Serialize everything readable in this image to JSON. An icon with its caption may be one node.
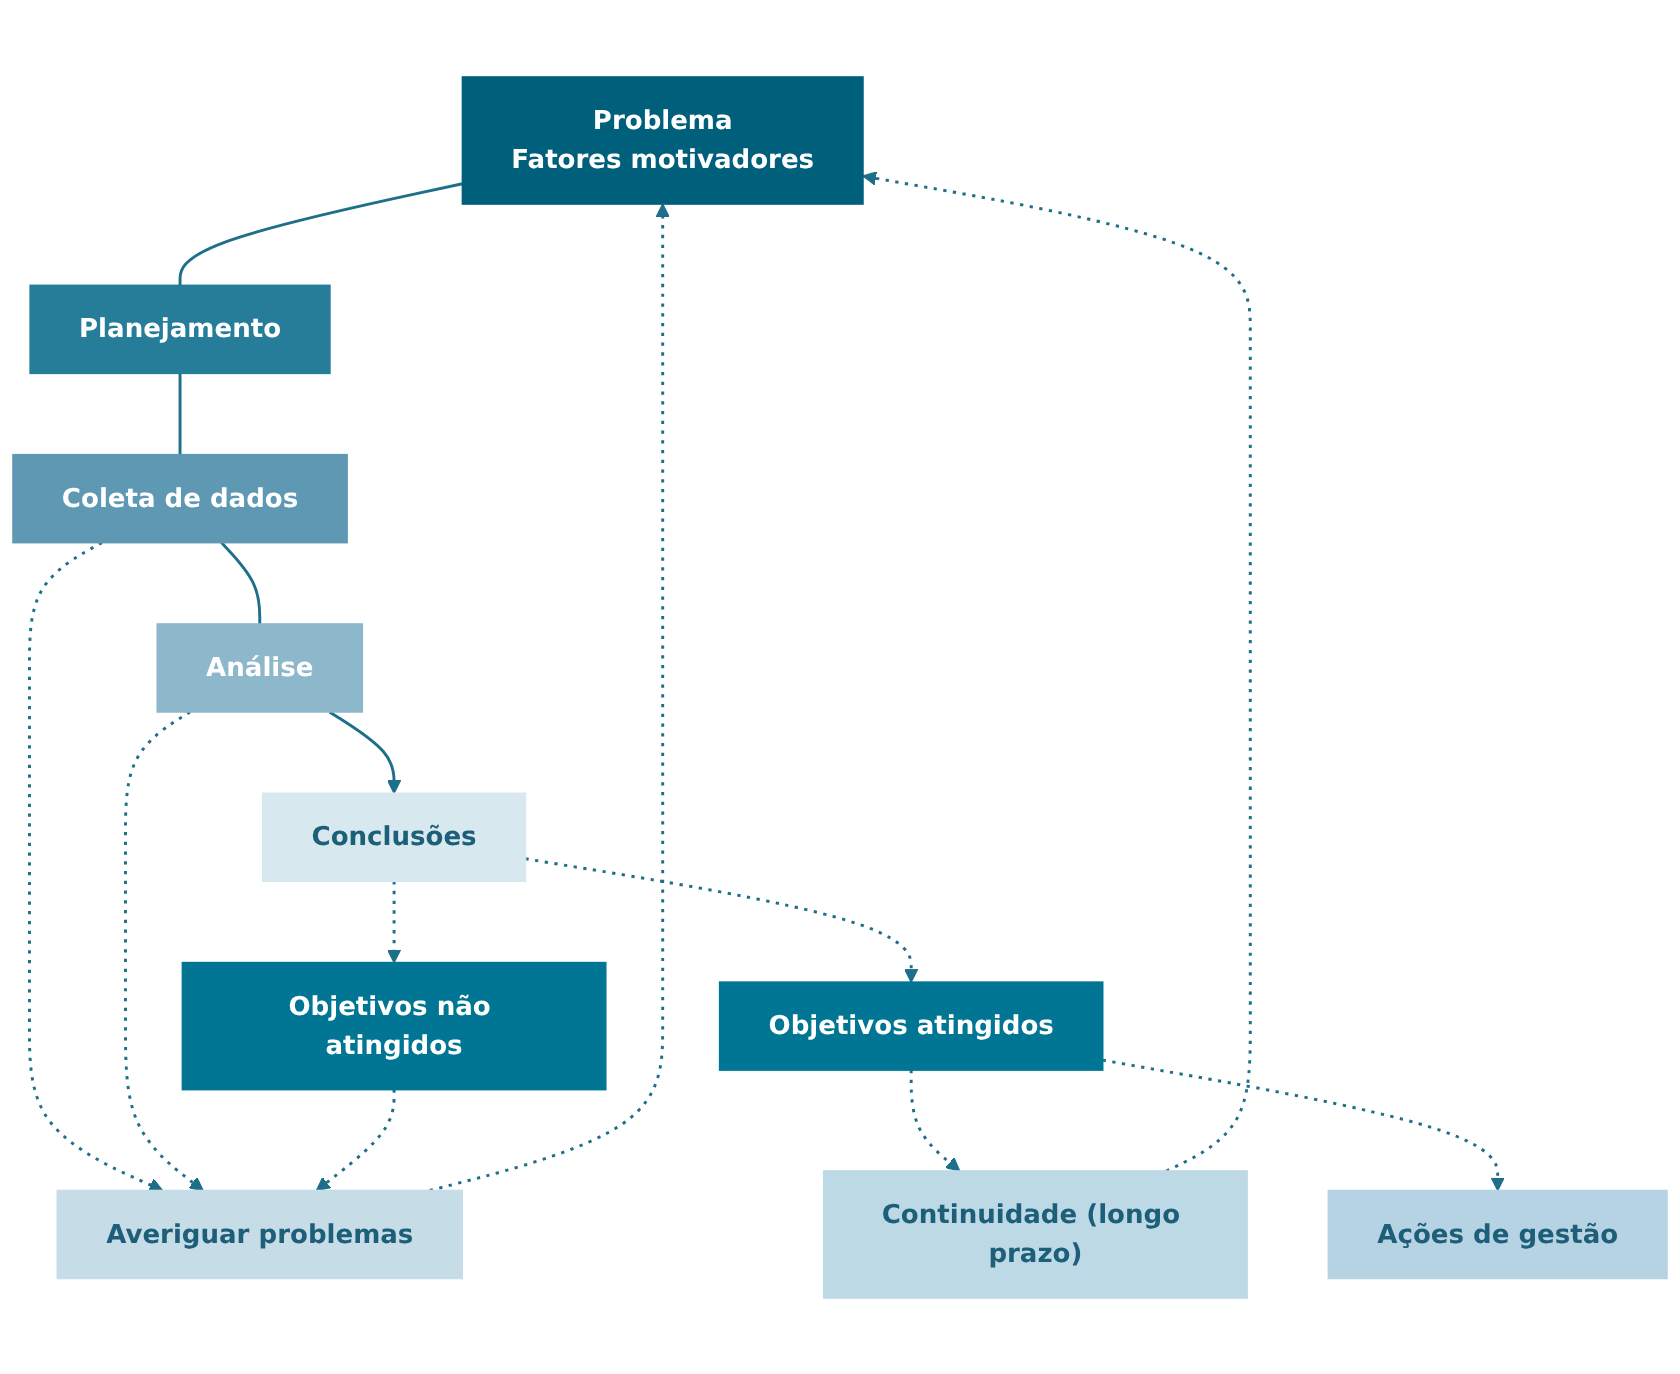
{
  "diagram": {
    "nodes": [
      {
        "text": [
          "Problema",
          "Fatores motivadores"
        ]
      },
      {
        "text": [
          "Planejamento"
        ]
      },
      {
        "text": [
          "Coleta de dados"
        ]
      },
      {
        "text": [
          "Análise"
        ]
      },
      {
        "text": [
          "Conclusões"
        ]
      },
      {
        "text": [
          "Averiguar problemas"
        ]
      },
      {
        "text": [
          "Objetivos não atingidos"
        ]
      },
      {
        "text": [
          "Objetivos atingidos"
        ]
      },
      {
        "text": [
          "Continuidade (longo prazo)"
        ]
      },
      {
        "text": [
          "Ações de gestão"
        ]
      }
    ],
    "edges": [
      {
        "from": 0,
        "to": 1,
        "arrow": "none"
      },
      {
        "from": 1,
        "to": 2,
        "arrow": "none"
      },
      {
        "from": 2,
        "to": 3,
        "arrow": "none"
      },
      {
        "from": 3,
        "to": 4,
        "arrow": "to"
      },
      {
        "from": 2,
        "to": 5,
        "arrow": "to",
        "style": "dashed"
      },
      {
        "from": 3,
        "to": 5,
        "arrow": "to",
        "style": "dashed"
      },
      {
        "from": 4,
        "to": 6,
        "arrow": "to",
        "style": "dashed"
      },
      {
        "from": 6,
        "to": 5,
        "arrow": "to",
        "style": "dashed"
      },
      {
        "from": 5,
        "to": 0,
        "arrow": "to",
        "style": "dashed"
      },
      {
        "from": 4,
        "to": 7,
        "arrow": "to",
        "style": "dashed"
      },
      {
        "from": 7,
        "to": 8,
        "arrow": "to",
        "style": "dashed"
      },
      {
        "from": 7,
        "to": 9,
        "arrow": "to",
        "style": "dashed"
      },
      {
        "from": 8,
        "to": 0,
        "arrow": "to",
        "style": "dashed"
      }
    ]
  }
}
